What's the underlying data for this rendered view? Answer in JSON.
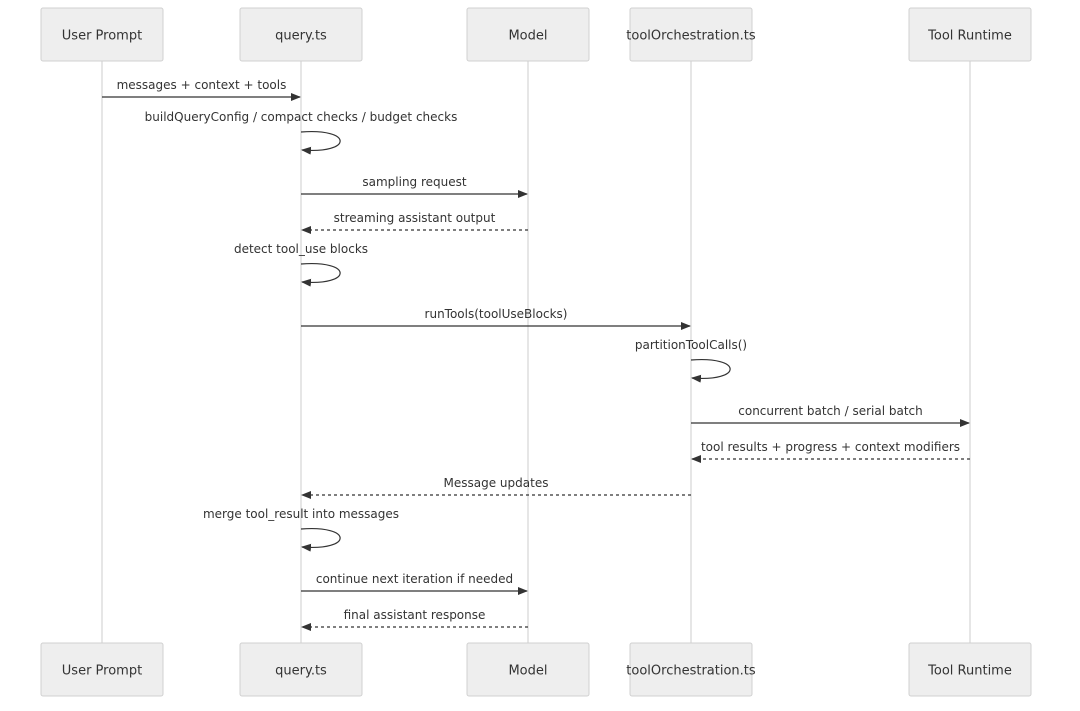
{
  "diagram": {
    "type": "sequence",
    "actors": [
      {
        "id": "user",
        "label": "User Prompt"
      },
      {
        "id": "query",
        "label": "query.ts"
      },
      {
        "id": "model",
        "label": "Model"
      },
      {
        "id": "orch",
        "label": "toolOrchestration.ts"
      },
      {
        "id": "runtime",
        "label": "Tool Runtime"
      }
    ],
    "messages": [
      {
        "from": "user",
        "to": "query",
        "label": "messages + context + tools",
        "style": "solid"
      },
      {
        "from": "query",
        "to": "query",
        "label": "buildQueryConfig / compact checks / budget checks",
        "style": "solid"
      },
      {
        "from": "query",
        "to": "model",
        "label": "sampling request",
        "style": "solid"
      },
      {
        "from": "model",
        "to": "query",
        "label": "streaming assistant output",
        "style": "dashed"
      },
      {
        "from": "query",
        "to": "query",
        "label": "detect tool_use blocks",
        "style": "solid"
      },
      {
        "from": "query",
        "to": "orch",
        "label": "runTools(toolUseBlocks)",
        "style": "solid"
      },
      {
        "from": "orch",
        "to": "orch",
        "label": "partitionToolCalls()",
        "style": "solid"
      },
      {
        "from": "orch",
        "to": "runtime",
        "label": "concurrent batch / serial batch",
        "style": "solid"
      },
      {
        "from": "runtime",
        "to": "orch",
        "label": "tool results + progress + context modifiers",
        "style": "dashed"
      },
      {
        "from": "orch",
        "to": "query",
        "label": "Message updates",
        "style": "dashed"
      },
      {
        "from": "query",
        "to": "query",
        "label": "merge tool_result into messages",
        "style": "solid"
      },
      {
        "from": "query",
        "to": "model",
        "label": "continue next iteration if needed",
        "style": "solid"
      },
      {
        "from": "model",
        "to": "query",
        "label": "final assistant response",
        "style": "dashed"
      }
    ]
  }
}
